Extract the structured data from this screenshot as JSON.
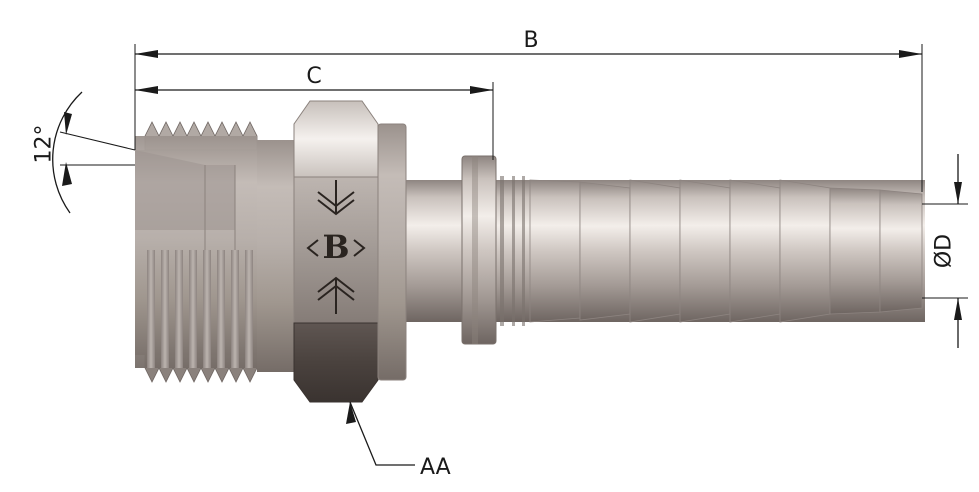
{
  "dimensions": {
    "overall_length": "B",
    "thread_length": "C",
    "hose_id": "ØD",
    "hex_size": "AA",
    "seat_angle": "12°"
  },
  "logo": {
    "letter": "B"
  },
  "colors": {
    "metal_light": "#d9d2cd",
    "metal_mid": "#a8a09b",
    "metal_dark": "#5e5551",
    "line": "#1a1a1a",
    "background": "#ffffff"
  }
}
